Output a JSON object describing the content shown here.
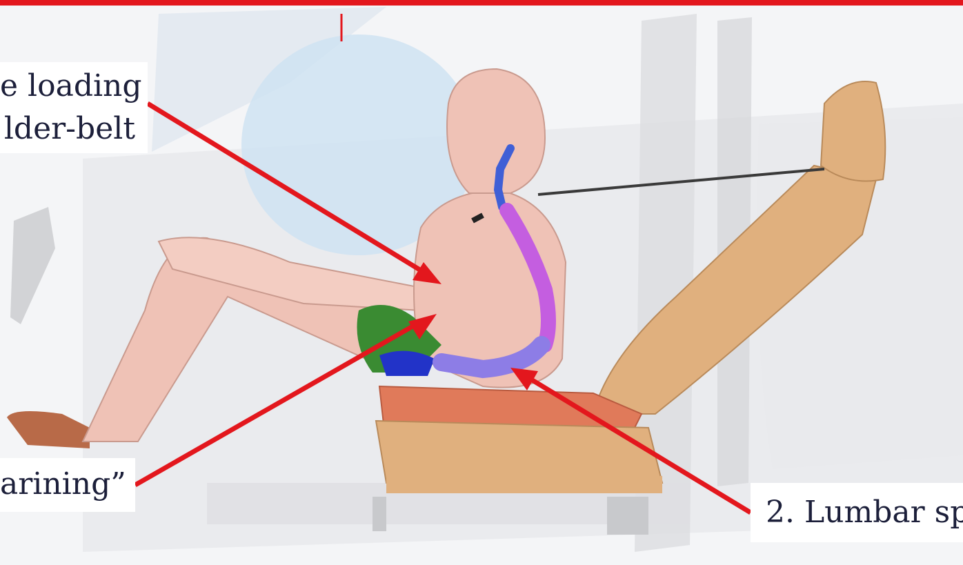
{
  "labels": {
    "shoulder_belt_line1": "e loading",
    "shoulder_belt_line2": "lder-belt",
    "submarining": "arining”",
    "lumbar": "2. Lumbar sp"
  },
  "colors": {
    "frame_border": "#e3171d",
    "arrow": "#e3171d",
    "label_text": "#1c1f3a",
    "occupant_skin": "#efc2b6",
    "spine_cervical": "#3f5fd6",
    "spine_thoracic": "#c45ee0",
    "spine_lumbar": "#8d7de6",
    "pelvis": "#3a8b32",
    "seat_foam": "#e07a5a",
    "seat_frame": "#e0b07e",
    "airbag": "#cfe3f2",
    "vehicle_body": "#d9dadc"
  },
  "icons": [
    "occupant-model",
    "seat-model",
    "airbag",
    "spine",
    "pelvis",
    "headrest"
  ]
}
